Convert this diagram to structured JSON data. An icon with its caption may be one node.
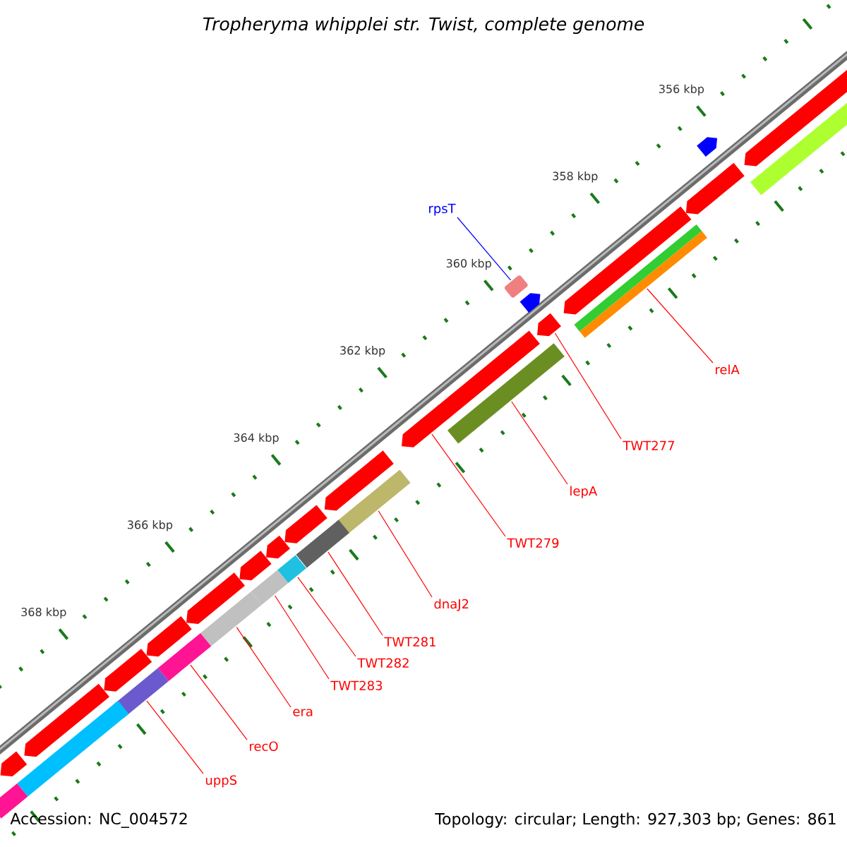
{
  "diagram": {
    "title": "Tropheryma whipplei str. Twist, complete genome",
    "nodes": [
      {
        "text": [
          "rpsT"
        ]
      },
      {
        "text": [],
        "shape": "box"
      },
      {
        "text": [
          "relA"
        ]
      },
      {
        "text": [],
        "shape": "bar"
      },
      {
        "text": [
          "TWT277"
        ]
      },
      {
        "text": [],
        "shape": "pentagon"
      },
      {
        "text": [
          "lepA"
        ]
      },
      {
        "text": [],
        "shape": "bar"
      },
      {
        "text": [
          "TWT279"
        ]
      },
      {
        "text": [],
        "shape": "pentagon"
      },
      {
        "text": [
          "dnaJ2"
        ]
      },
      {
        "text": [],
        "shape": "bar"
      },
      {
        "text": [
          "TWT281"
        ]
      },
      {
        "text": [],
        "shape": "bar"
      },
      {
        "text": [
          "TWT282"
        ]
      },
      {
        "text": [],
        "shape": "bar"
      },
      {
        "text": [
          "TWT283"
        ]
      },
      {
        "text": [],
        "shape": "bar"
      },
      {
        "text": [
          "era"
        ]
      },
      {
        "text": [],
        "shape": "bar"
      },
      {
        "text": [
          "recO"
        ]
      },
      {
        "text": [],
        "shape": "bar"
      },
      {
        "text": [
          "uppS"
        ]
      },
      {
        "text": [],
        "shape": "bar"
      },
      {
        "text": [],
        "shape": "pentagon"
      },
      {
        "text": [],
        "shape": "pentagon"
      },
      {
        "text": [],
        "shape": "pentagon"
      },
      {
        "text": [],
        "shape": "pentagon"
      },
      {
        "text": [],
        "shape": "pentagon"
      },
      {
        "text": [],
        "shape": "pentagon"
      },
      {
        "text": [],
        "shape": "pentagon"
      },
      {
        "text": [],
        "shape": "pentagon"
      },
      {
        "text": [],
        "shape": "pentagon"
      },
      {
        "text": [],
        "shape": "pentagon"
      },
      {
        "text": [],
        "shape": "pentagon"
      },
      {
        "text": [],
        "shape": "pentagon"
      },
      {
        "text": [],
        "shape": "pentagon"
      },
      {
        "text": [],
        "shape": "pentagon"
      },
      {
        "text": [],
        "shape": "pentagon"
      },
      {
        "text": [],
        "shape": "bar"
      },
      {
        "text": [],
        "shape": "bar"
      },
      {
        "text": [],
        "shape": "bar"
      },
      {
        "text": [],
        "shape": "bar"
      }
    ],
    "edges": [
      {
        "from": 0,
        "to": 1,
        "arrow": "none",
        "color": "#0000ff"
      },
      {
        "from": 2,
        "to": 3,
        "arrow": "none"
      },
      {
        "from": 4,
        "to": 5,
        "arrow": "none"
      },
      {
        "from": 6,
        "to": 7,
        "arrow": "none"
      },
      {
        "from": 8,
        "to": 9,
        "arrow": "none"
      },
      {
        "from": 10,
        "to": 11,
        "arrow": "none"
      },
      {
        "from": 12,
        "to": 13,
        "arrow": "none"
      },
      {
        "from": 14,
        "to": 15,
        "arrow": "none"
      },
      {
        "from": 16,
        "to": 17,
        "arrow": "none"
      },
      {
        "from": 18,
        "to": 19,
        "arrow": "none"
      },
      {
        "from": 20,
        "to": 21,
        "arrow": "none"
      },
      {
        "from": 22,
        "to": 23,
        "arrow": "none"
      }
    ],
    "labels": [
      "356 kbp",
      "358 kbp",
      "360 kbp",
      "362 kbp",
      "364 kbp",
      "366 kbp",
      "368 kbp",
      "Accession: NC_004572",
      "Topology: circular; Length: 927,303 bp; Genes: 861"
    ]
  }
}
